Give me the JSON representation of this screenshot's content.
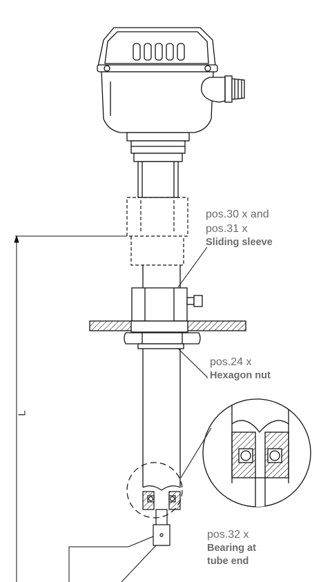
{
  "labels": {
    "sleeve_pos1": "pos.30 x and",
    "sleeve_pos2": "pos.31 x",
    "sleeve_name": "Sliding sleeve",
    "nut_pos": "pos.24 x",
    "nut_name": "Hexagon nut",
    "bearing_pos": "pos.32 x",
    "bearing_name_1": "Bearing at",
    "bearing_name_2": "tube end"
  },
  "dimension": {
    "length_label": "L"
  },
  "colors": {
    "line": "#111111",
    "label": "#6b6b6b",
    "hatch": "#222222"
  }
}
